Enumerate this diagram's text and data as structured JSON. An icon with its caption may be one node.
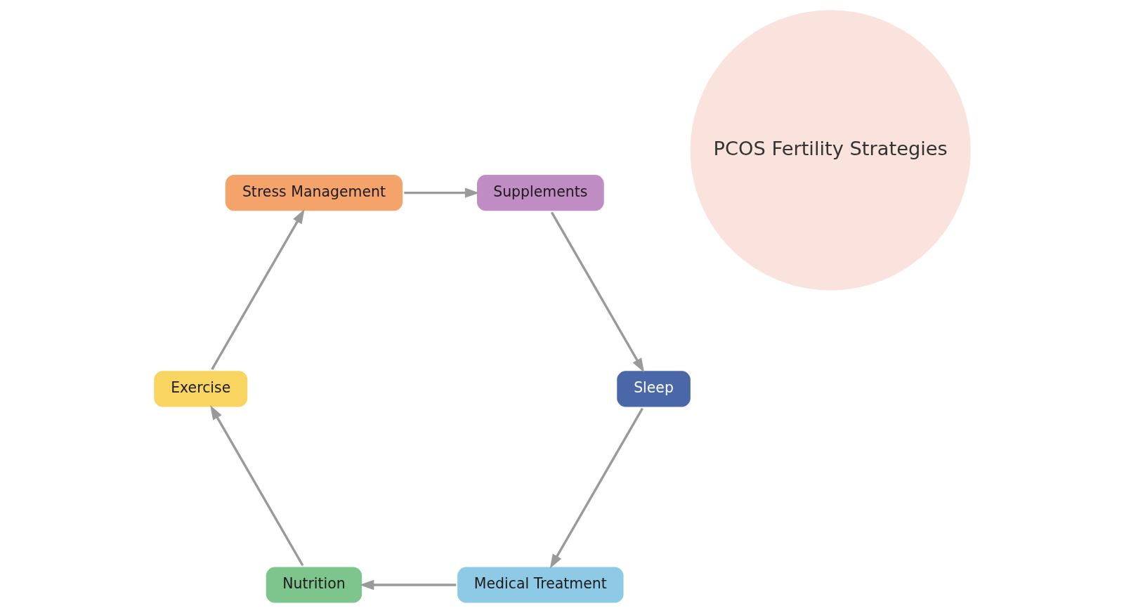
{
  "diagram": {
    "nodes": [
      {
        "text": [
          "PCOS Fertility Strategies"
        ]
      },
      {
        "text": [
          "Medical Treatment"
        ]
      },
      {
        "text": [
          "Nutrition"
        ]
      },
      {
        "text": [
          "Exercise"
        ]
      },
      {
        "text": [
          "Stress Management"
        ]
      },
      {
        "text": [
          "Supplements"
        ]
      },
      {
        "text": [
          "Sleep"
        ]
      }
    ],
    "edges": [
      {
        "from": 1,
        "to": 2,
        "arrow": "to"
      },
      {
        "from": 2,
        "to": 3,
        "arrow": "to"
      },
      {
        "from": 3,
        "to": 4,
        "arrow": "to"
      },
      {
        "from": 4,
        "to": 5,
        "arrow": "to"
      },
      {
        "from": 5,
        "to": 6,
        "arrow": "to"
      },
      {
        "from": 6,
        "to": 1,
        "arrow": "to"
      }
    ]
  }
}
